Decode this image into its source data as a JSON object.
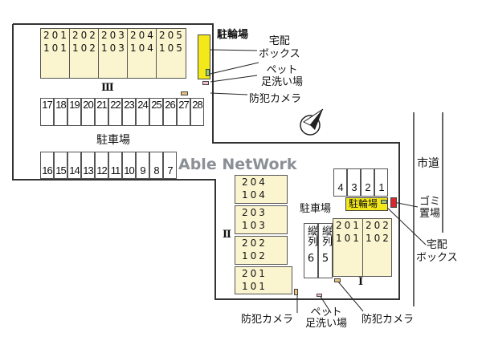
{
  "building_III": {
    "label": "Ⅲ",
    "units": [
      [
        "201",
        "101"
      ],
      [
        "202",
        "102"
      ],
      [
        "203",
        "103"
      ],
      [
        "204",
        "104"
      ],
      [
        "205",
        "105"
      ]
    ]
  },
  "building_II": {
    "label": "Ⅱ",
    "units": [
      [
        "204",
        "104"
      ],
      [
        "203",
        "103"
      ],
      [
        "202",
        "102"
      ],
      [
        "201",
        "101"
      ]
    ]
  },
  "building_I": {
    "label": "Ⅰ",
    "units": [
      [
        "201",
        "101"
      ],
      [
        "202",
        "102"
      ]
    ]
  },
  "parking_top_row": [
    "17",
    "18",
    "19",
    "20",
    "21",
    "22",
    "23",
    "24",
    "25",
    "26",
    "27",
    "28"
  ],
  "parking_bottom_row": [
    "16",
    "15",
    "14",
    "13",
    "12",
    "11",
    "10",
    "9",
    "8",
    "7"
  ],
  "parking_right_row": [
    "4",
    "3",
    "2",
    "1"
  ],
  "parallel_spaces": [
    {
      "label": "縦列",
      "num": "6"
    },
    {
      "label": "縦列",
      "num": "5"
    }
  ],
  "labels": {
    "bike_parking": "駐輪場",
    "delivery_box": "宅配\nボックス",
    "pet_wash": "ペット\n足洗い場",
    "camera": "防犯カメラ",
    "parking": "駐車場",
    "city_road": "市道",
    "garbage": "ゴミ\n置場"
  },
  "watermark": "Able NetWork",
  "compass": "N",
  "colors": {
    "unit_fill": "#fbf5cf",
    "bike": "#f2e81a",
    "garbage": "#d9272e",
    "camera": "#e6c27a"
  }
}
